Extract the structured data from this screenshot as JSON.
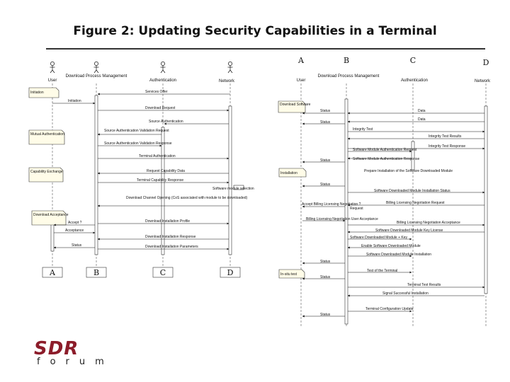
{
  "title": "Figure 2: Updating Security Capabilities in a Terminal",
  "logo": {
    "mark": "SDR",
    "sub": "forum"
  },
  "left": {
    "actors": [
      "User",
      "Download Process Management",
      "Authentication",
      "Network"
    ],
    "notes": [
      "Initiation",
      "Mutual Authentication",
      "Capability Exchange",
      "Download Acceptance"
    ],
    "messages": [
      "Services Offer",
      "Initiation",
      "Download Request",
      "Source Authentication",
      "Source Authentication Validation Request",
      "Source Authentication Validation Response",
      "Terminal Authentication",
      "Request Capability Data",
      "Terminal Capability Response",
      "Download Channel Opening (CoS associated with module to be downloaded)",
      "Accept ?",
      "Acceptance",
      "Status",
      "Download Installation Profile",
      "Download Installation Response",
      "Download Installation Parameters"
    ],
    "activity": "Software module selection",
    "letters": [
      "A",
      "B",
      "C",
      "D"
    ]
  },
  "right": {
    "columns": [
      "A",
      "B",
      "C",
      "D"
    ],
    "actors": [
      "User",
      "Download Process Management",
      "Authentication",
      "Network"
    ],
    "notes": [
      "Download Software",
      "Installation",
      "In-situ test"
    ],
    "messages": [
      "Data",
      "Status",
      "Data",
      "Status",
      "Integrity Test",
      "Integrity Test Results",
      "Integrity Test Response",
      "Software Module Authentication Request",
      "Software Module Authentication Response",
      "Status",
      "Prepare Installation of the Software Downloaded Module",
      "Status",
      "Software Downloaded Module Installation Status",
      "Accept Billing Licensing Negotiation ?",
      "Billing Licensing Negotiation Request",
      "Request",
      "Billing Licensing Negotiation User Acceptance",
      "Billing Licensing Negotiation Acceptance",
      "Software Downloaded Module Key License",
      "Software Downloaded Module + Key",
      "Enable Software Downloaded Module",
      "Software Downloaded Module Installation",
      "Status",
      "Test of the Terminal",
      "Status",
      "Terminal Test Results",
      "Signal Successful Installation",
      "Terminal Configuration Update",
      "Status"
    ]
  },
  "colors": {
    "logo": "#8c1c2a",
    "note": "#fffce8"
  }
}
